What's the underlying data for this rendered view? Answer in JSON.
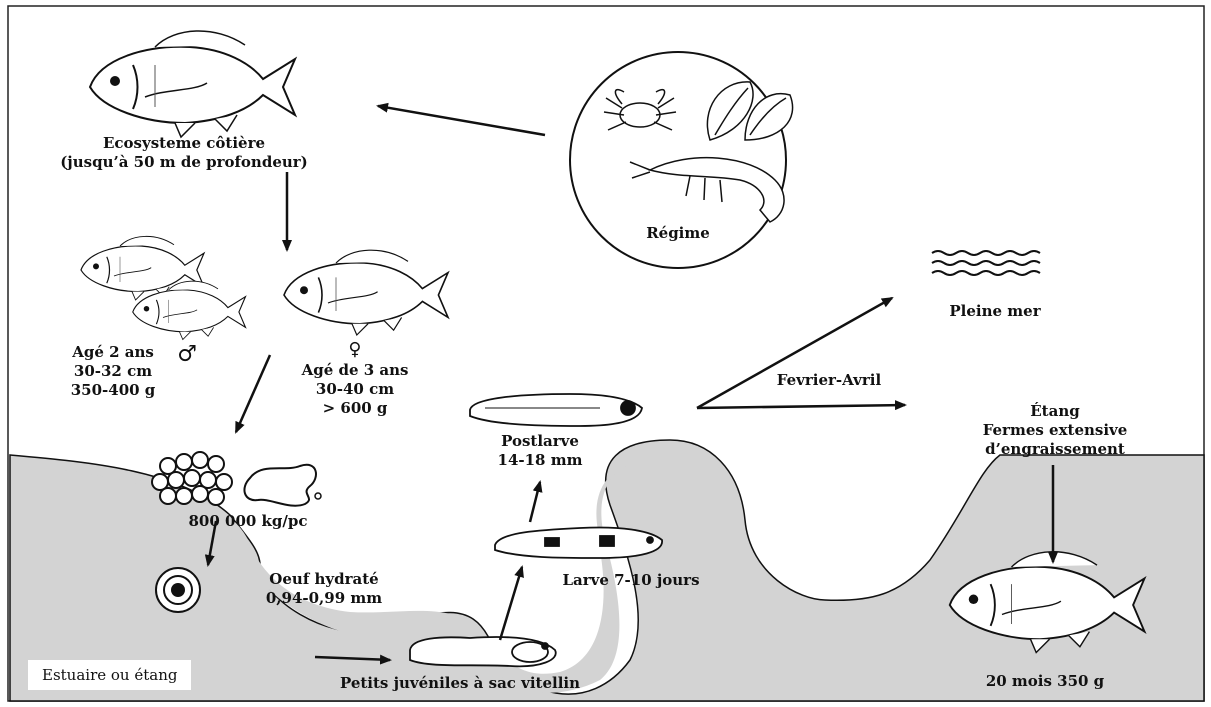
{
  "labels": {
    "coastal": [
      "Ecosysteme côtière",
      "(jusqu’à 50 m de profondeur)"
    ],
    "diet": "Régime",
    "open_sea": "Pleine mer",
    "male": [
      "Agé 2 ans",
      "30-32 cm",
      "350-400 g"
    ],
    "male_symbol": "♂",
    "female_symbol": "♀",
    "female": [
      "Agé de 3 ans",
      "30-40 cm",
      "> 600 g"
    ],
    "period": "Fevrier-Avril",
    "postlarva": [
      "Postlarve",
      "14-18 mm"
    ],
    "pond": [
      "Étang",
      "Fermes extensive",
      "d’engraissement"
    ],
    "eggs": "800 000 kg/pc",
    "larva": "Larve 7-10 jours",
    "hydrated_egg": [
      "Oeuf hydraté",
      "0,94-0,99 mm"
    ],
    "juveniles": "Petits juvéniles à sac vitellin",
    "estuary": "Estuaire ou étang",
    "final": "20 mois 350 g"
  },
  "colors": {
    "land": "#d3d3d3",
    "ink": "#111111",
    "frame": "#222222"
  }
}
